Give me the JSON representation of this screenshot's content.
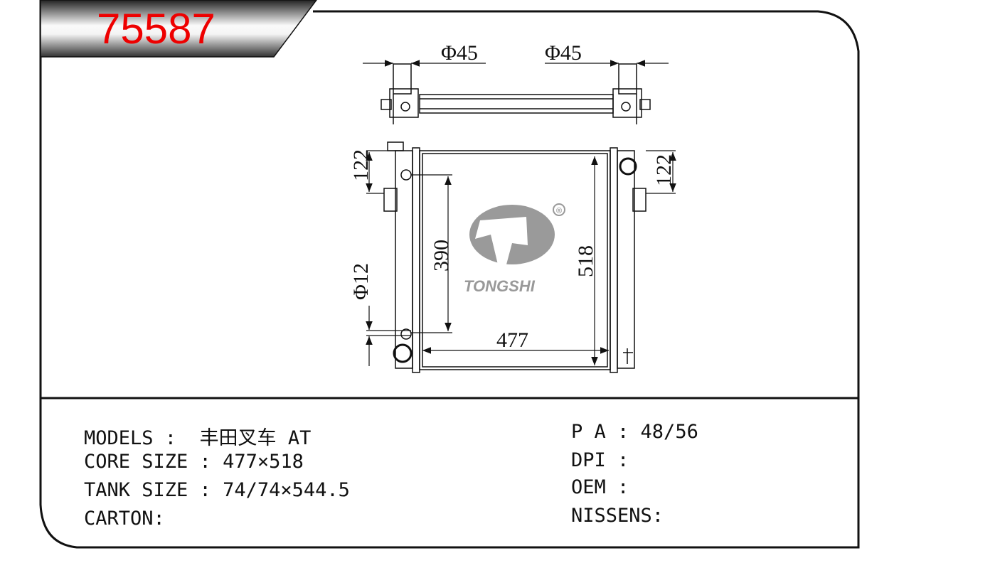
{
  "header": {
    "part_number": "75587"
  },
  "drawing": {
    "dimensions": {
      "inlet_diameter": "Φ45",
      "outlet_diameter": "Φ45",
      "left_offset": "122",
      "right_offset": "122",
      "mount_spacing": "390",
      "core_height": "518",
      "core_width": "477",
      "bolt_diameter": "Φ12"
    },
    "logo": {
      "brand": "TONGSHI",
      "registered": "®"
    }
  },
  "specs": {
    "left": [
      {
        "label": "MODELS :",
        "value": "丰田叉车 AT"
      },
      {
        "label": "CORE SIZE :",
        "value": "477×518"
      },
      {
        "label": "TANK SIZE :",
        "value": "74/74×544.5"
      },
      {
        "label": "CARTON:",
        "value": ""
      }
    ],
    "right": [
      {
        "label": "P A :",
        "value": "48/56"
      },
      {
        "label": "DPI :",
        "value": ""
      },
      {
        "label": "OEM :",
        "value": ""
      },
      {
        "label": "NISSENS:",
        "value": ""
      }
    ]
  }
}
